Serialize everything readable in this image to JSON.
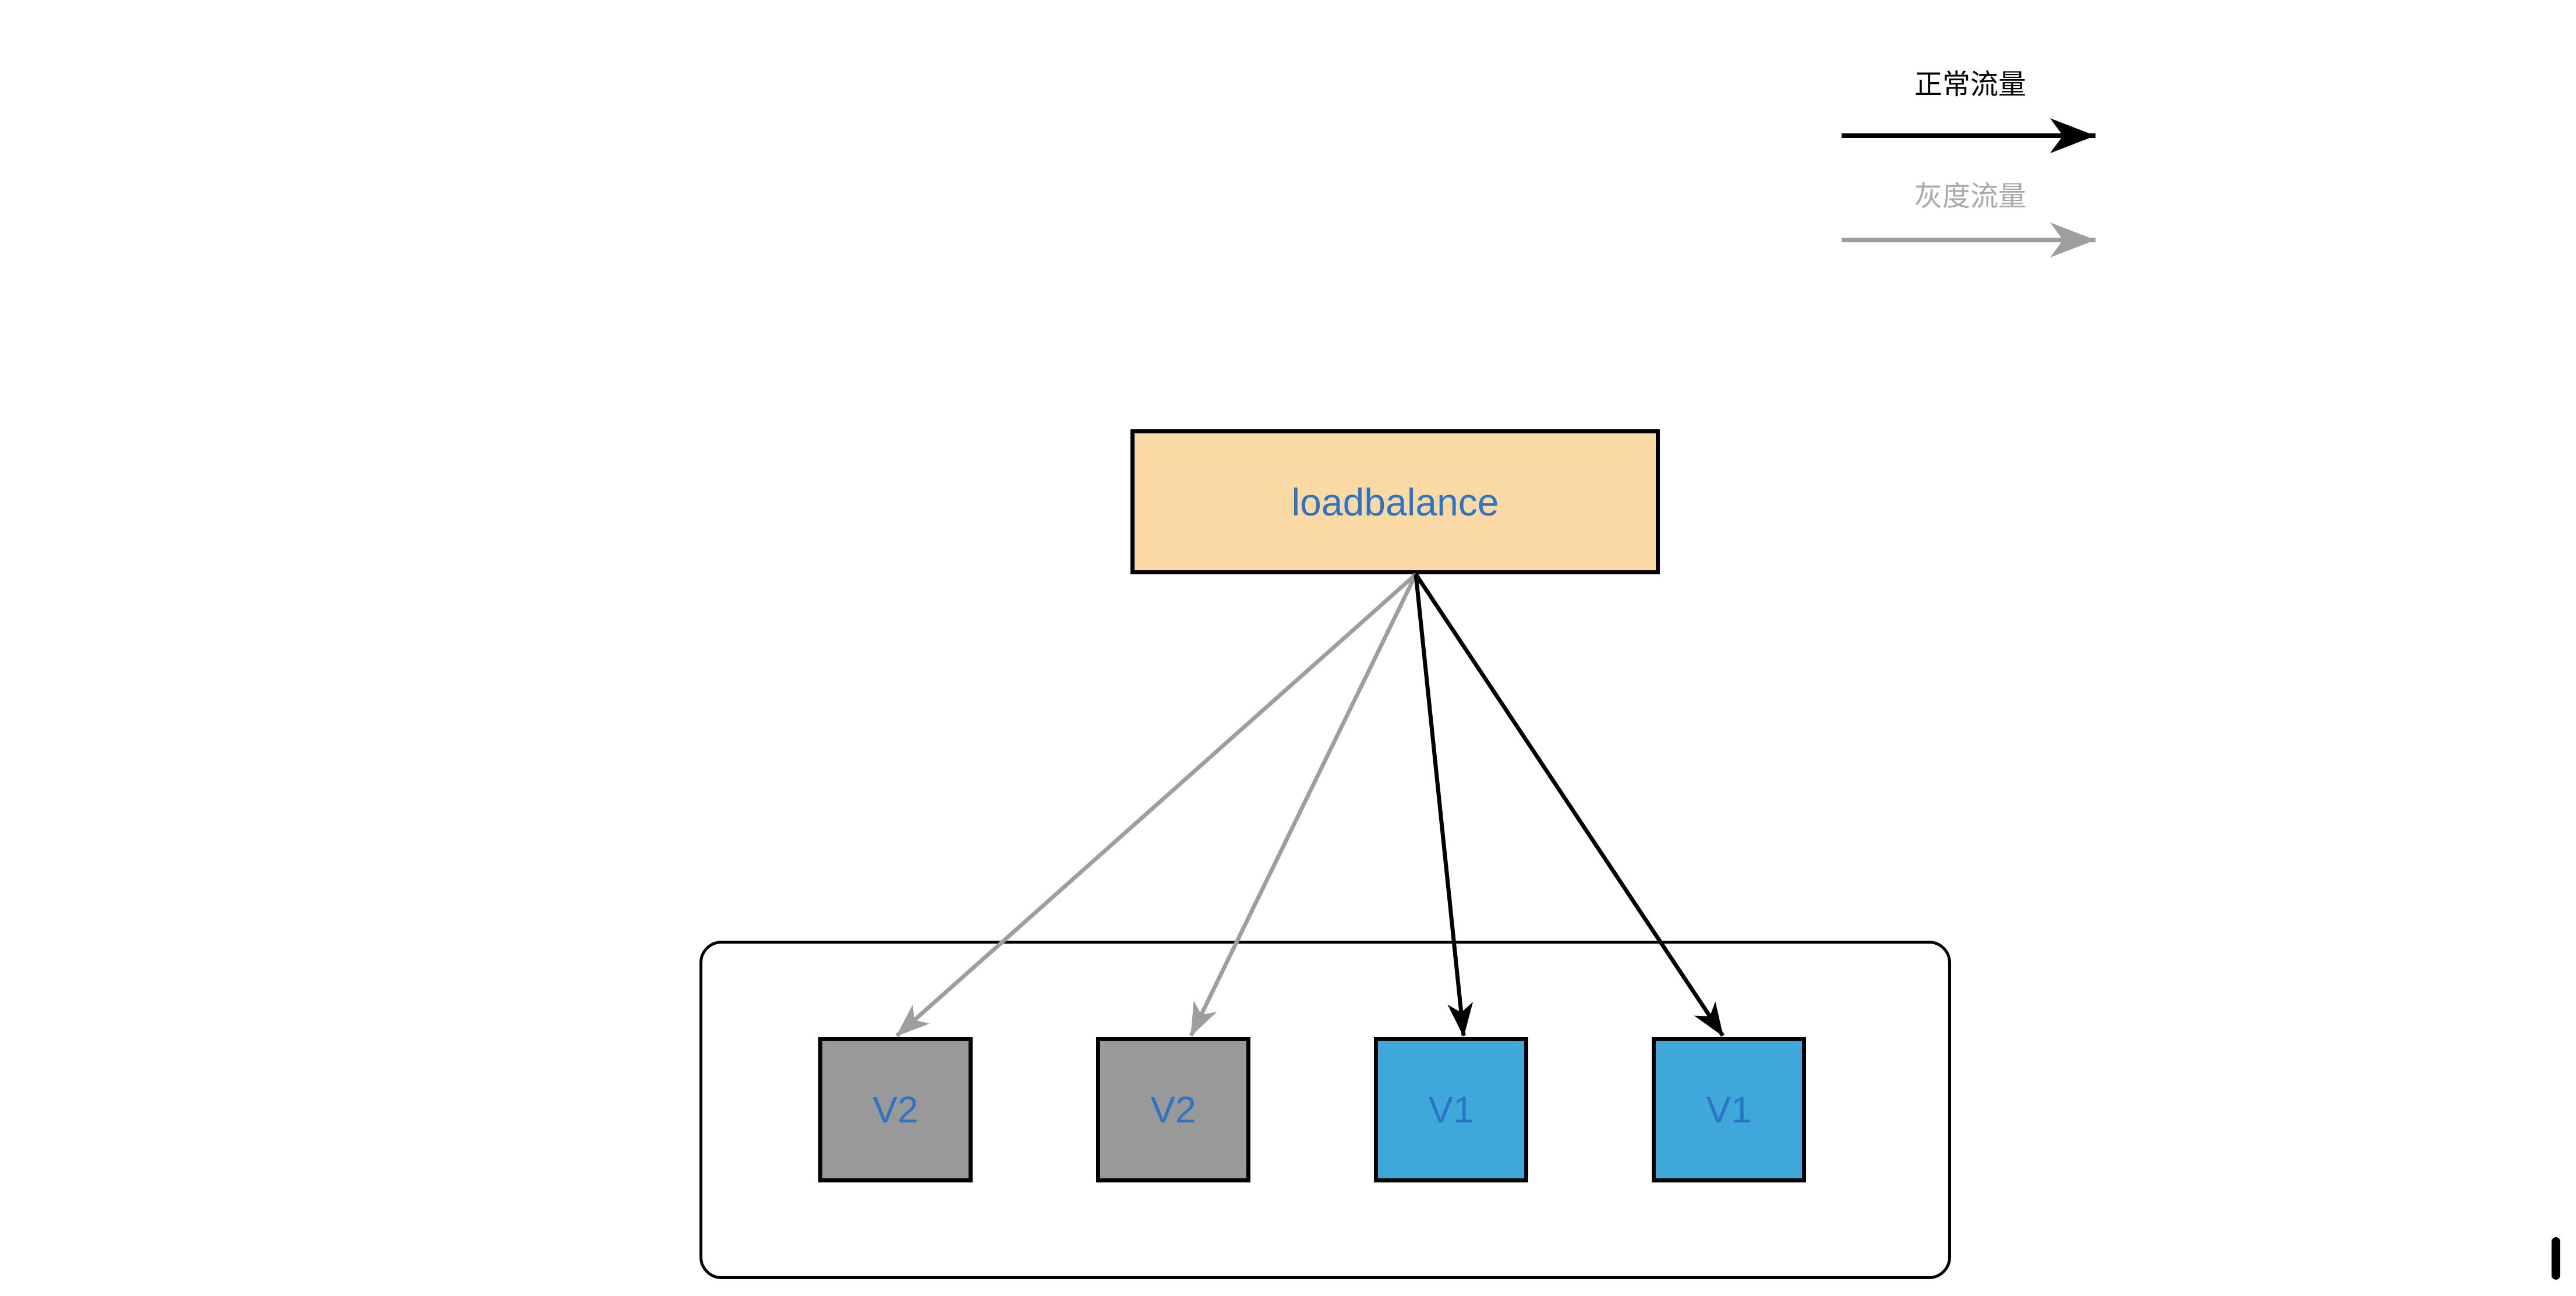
{
  "colors": {
    "normal_traffic": "#000000",
    "gray_traffic": "#9e9e9e",
    "gray_traffic_text": "#a9a9a9",
    "edge_gray": "#999999",
    "node_border": "#000000",
    "node_loadbalance_fill": "#fbd9a5",
    "node_v2_fill": "#999999",
    "node_v1_fill": "#3ea9d9",
    "label_blue": "#2e74c4"
  },
  "legend": {
    "items": [
      {
        "label": "正常流量",
        "traffic": "normal",
        "arrow_color": "#000000"
      },
      {
        "label": "灰度流量",
        "traffic": "gray",
        "arrow_color": "#9e9e9e"
      }
    ]
  },
  "diagram": {
    "loadbalance": {
      "label": "loadbalance"
    },
    "cluster": {
      "nodes": [
        {
          "label": "V2",
          "variant": "v2",
          "fill": "#999999"
        },
        {
          "label": "V2",
          "variant": "v2",
          "fill": "#999999"
        },
        {
          "label": "V1",
          "variant": "v1",
          "fill": "#3ea9d9"
        },
        {
          "label": "V1",
          "variant": "v1",
          "fill": "#3ea9d9"
        }
      ]
    },
    "edges": [
      {
        "from": "loadbalance",
        "to": "node-0",
        "traffic": "gray"
      },
      {
        "from": "loadbalance",
        "to": "node-1",
        "traffic": "gray"
      },
      {
        "from": "loadbalance",
        "to": "node-2",
        "traffic": "normal"
      },
      {
        "from": "loadbalance",
        "to": "node-3",
        "traffic": "normal"
      }
    ]
  }
}
